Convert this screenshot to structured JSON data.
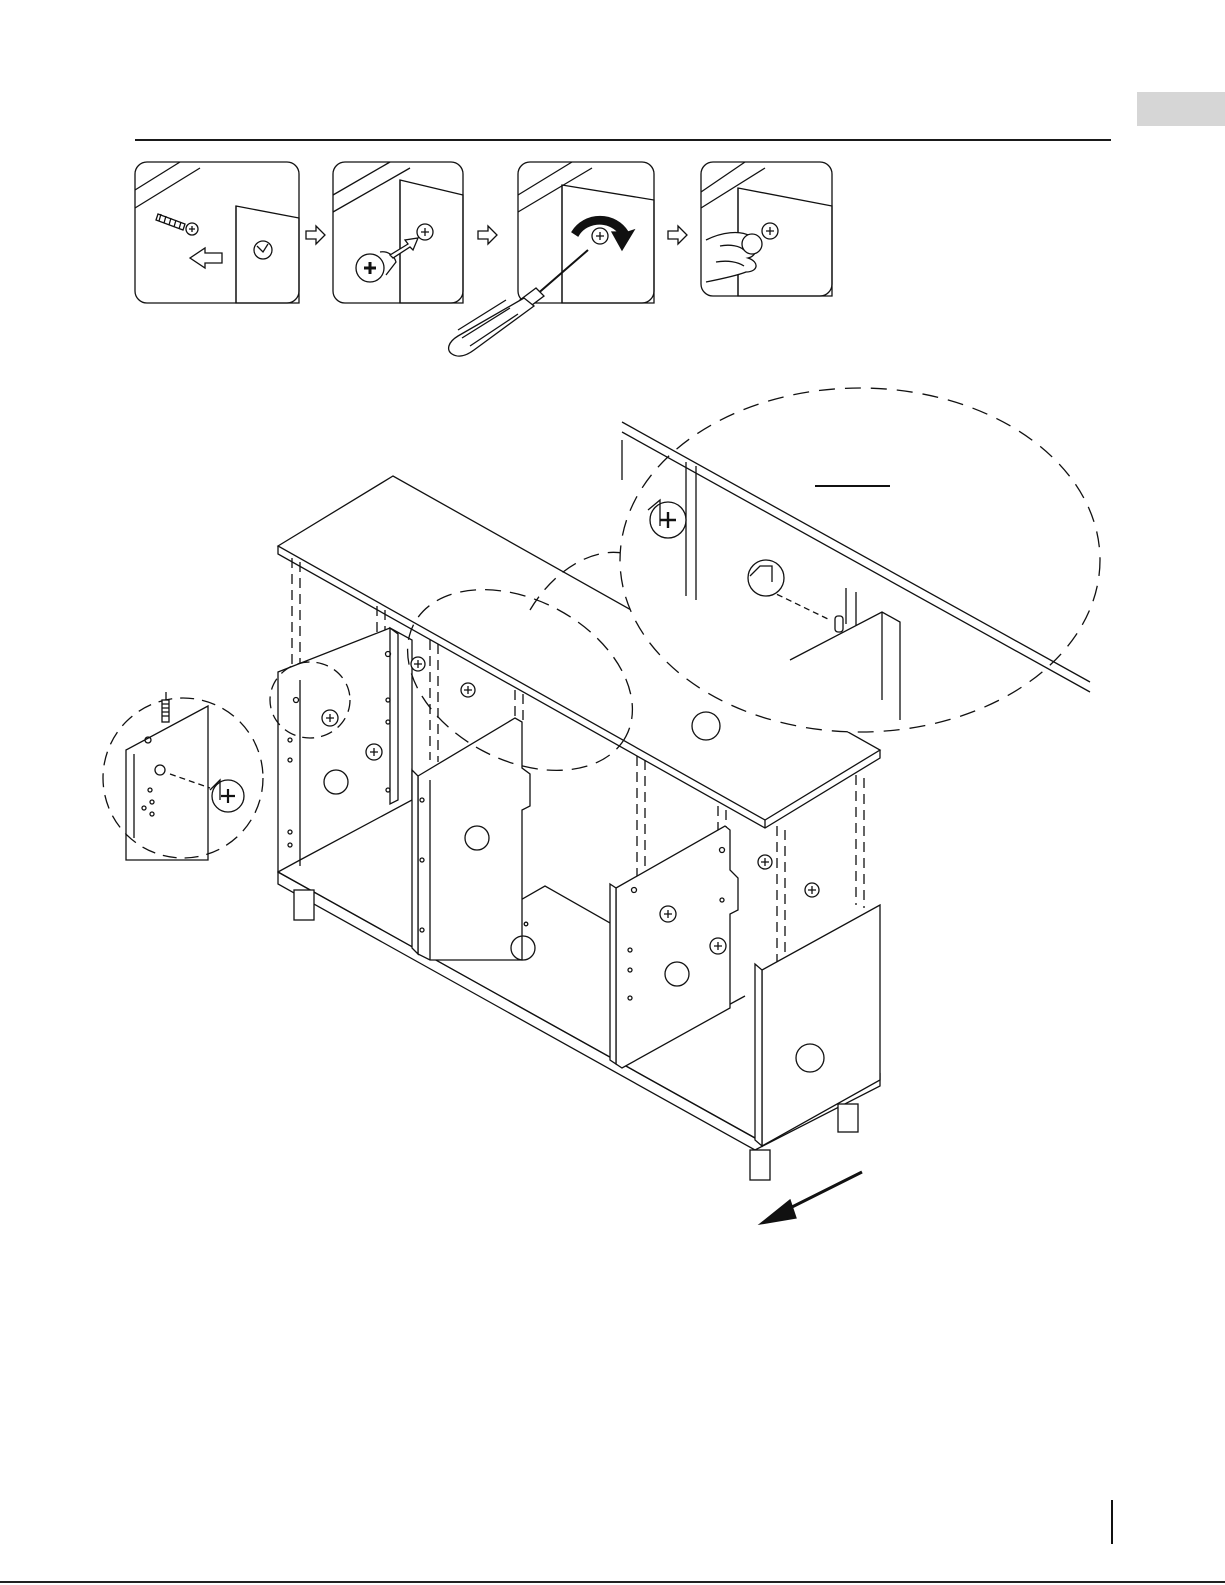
{
  "document": {
    "type": "assembly-instructions",
    "step_panels": [
      {
        "id": 1,
        "content": "cam-bolt-insert"
      },
      {
        "id": 2,
        "content": "cam-lock-insert"
      },
      {
        "id": 3,
        "content": "screwdriver-turn"
      },
      {
        "id": 4,
        "content": "lock-tightened"
      }
    ],
    "part_labels": [
      "",
      "",
      "",
      "",
      "",
      ""
    ],
    "colors": {
      "ink": "#111111",
      "tab": "#d6d6d6",
      "paper": "#ffffff"
    }
  }
}
